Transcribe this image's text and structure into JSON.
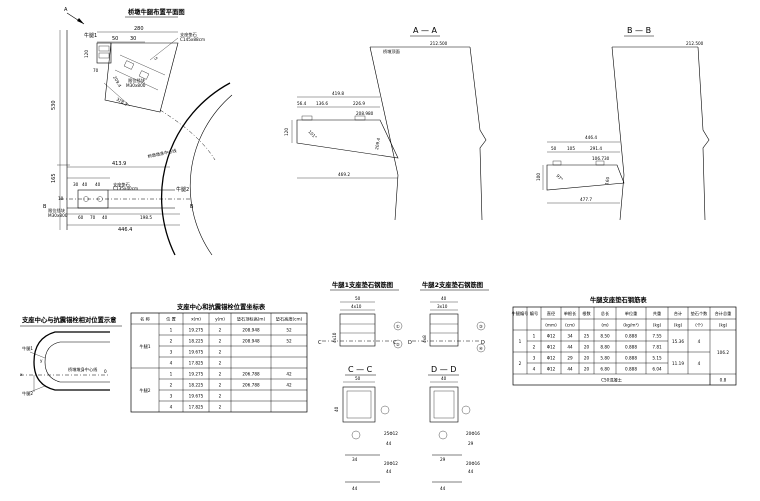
{
  "plan": {
    "title": "桥墩牛腿布置平面图",
    "arrow_a": "A",
    "label_nt1": "牛腿1",
    "label_nt2": "牛腿2",
    "center_label": "桥墩墩身中心线",
    "support_pad_1": "支座垫石",
    "support_pad_1_size": "C145x88cm",
    "damping_pad": "限位挡块",
    "damping_pad_size": "M30x800",
    "support_pad_2": "支座垫石",
    "support_pad_2_size": "C135x40cm",
    "bolt_label": "限位挡块",
    "bolt_size": "M30x800",
    "sec_b_left": "B",
    "sec_b_right": "B",
    "dims": {
      "d280": "280",
      "d50": "50",
      "d30": "30",
      "d120": "120",
      "d5": "5",
      "d70": "70",
      "d209": "209.4",
      "d328": "328.3",
      "d530": "530",
      "d413": "413.9",
      "d30b": "30",
      "d40": "40",
      "d40b": "40",
      "d10": "10",
      "d165": "165",
      "d60": "60",
      "d70b": "70",
      "d40c": "40",
      "d198": "198.5",
      "d446": "446.4"
    }
  },
  "section_aa": {
    "title": "A — A",
    "top_elev": "212.500",
    "abutment_label": "桥墩顶面",
    "dims": {
      "d419": "419.8",
      "d56": "56.4",
      "d136": "136.6",
      "d226": "226.9",
      "elev": "208.980",
      "d120": "120",
      "d101": "101°",
      "d209": "209.4",
      "d469": "469.2"
    }
  },
  "section_bb": {
    "title": "B — B",
    "top_elev": "212.500",
    "dims": {
      "d446": "446.4",
      "d50": "50",
      "d105": "105",
      "d291": "291.4",
      "elev": "106.730",
      "d100": "100",
      "d97": "97°",
      "d160": "160",
      "d477": "477.7"
    }
  },
  "relation": {
    "title": "支座中心与抗震锚栓相对位置示意",
    "nt1": "牛腿1",
    "nt2": "牛腿2",
    "center_label": "桥墩墩身中心线",
    "y_label": "y",
    "x_label": "x",
    "origin": "0"
  },
  "coord_table": {
    "title": "支座中心和抗震锚栓位置坐标表",
    "headers": [
      "名 称",
      "位 置",
      "x(m)",
      "y(m)",
      "垫石顶标高(m)",
      "垫石高度(cm)"
    ],
    "groups": [
      {
        "name": "牛腿1",
        "rows": [
          [
            "1",
            "19.275",
            "2",
            "208.948",
            "52"
          ],
          [
            "2",
            "18.225",
            "2",
            "208.948",
            "52"
          ],
          [
            "3",
            "19.675",
            "2",
            "",
            ""
          ],
          [
            "4",
            "17.825",
            "2",
            "",
            ""
          ]
        ]
      },
      {
        "name": "牛腿2",
        "rows": [
          [
            "1",
            "19.275",
            "2",
            "206.788",
            "42"
          ],
          [
            "2",
            "18.225",
            "2",
            "206.788",
            "42"
          ],
          [
            "3",
            "19.675",
            "2",
            "",
            ""
          ],
          [
            "4",
            "17.825",
            "2",
            "",
            ""
          ]
        ]
      }
    ]
  },
  "rebar1": {
    "title": "牛腿1支座垫石钢筋图",
    "dim_50": "50",
    "dim_4x10": "4x10",
    "sec_label": "C",
    "sec_label2": "C",
    "dim_side": "4x10",
    "sub_title": "C — C",
    "dim_50b": "50",
    "dim_40": "40",
    "bar1": "①",
    "bar2": "②",
    "bar_label_a": "25Φ12",
    "bar_len_a": "44",
    "bar_len_a2": "34",
    "bar_label_b": "20Φ12",
    "bar_len_b": "44",
    "bar_len_b2": "44"
  },
  "rebar2": {
    "title": "牛腿2支座垫石钢筋图",
    "dim_40": "40",
    "dim_3x10": "3x10",
    "sec_label": "D",
    "sec_label2": "D",
    "dim_side": "4x8",
    "sub_title": "D — D",
    "dim_40b": "40",
    "bar3": "③",
    "bar4": "④",
    "bar_label_a": "20Φ16",
    "bar_len_a": "29",
    "bar_len_a2": "29",
    "bar_label_b": "20Φ16",
    "bar_len_b": "44",
    "bar_len_b2": "44"
  },
  "qty_table": {
    "title": "牛腿支座垫石钢筋表",
    "headers_top": [
      "牛腿编号",
      "编号",
      "直径",
      "单根长",
      "根数",
      "总长",
      "单位重",
      "共重",
      "合计",
      "垫石个数",
      "合计总重"
    ],
    "headers_unit": [
      "(mm)",
      "(cm)",
      "(m)",
      "(kg/m³)",
      "(kg)",
      "(kg)",
      "(个)",
      "(kg)"
    ],
    "rows": [
      [
        "1",
        "Φ12",
        "34",
        "25",
        "8.50",
        "0.888",
        "7.55"
      ],
      [
        "2",
        "Φ12",
        "44",
        "20",
        "8.80",
        "0.888",
        "7.81"
      ],
      [
        "3",
        "Φ12",
        "29",
        "20",
        "5.80",
        "0.888",
        "5.15"
      ],
      [
        "4",
        "Φ12",
        "44",
        "20",
        "6.80",
        "0.888",
        "6.04"
      ]
    ],
    "group1_id": "1",
    "group2_id": "2",
    "sum1": "15.36",
    "sum2": "11.19",
    "count1": "4",
    "count2": "4",
    "total": "106.2",
    "concrete_label": "C50混凝土",
    "concrete_val": "0.8"
  }
}
